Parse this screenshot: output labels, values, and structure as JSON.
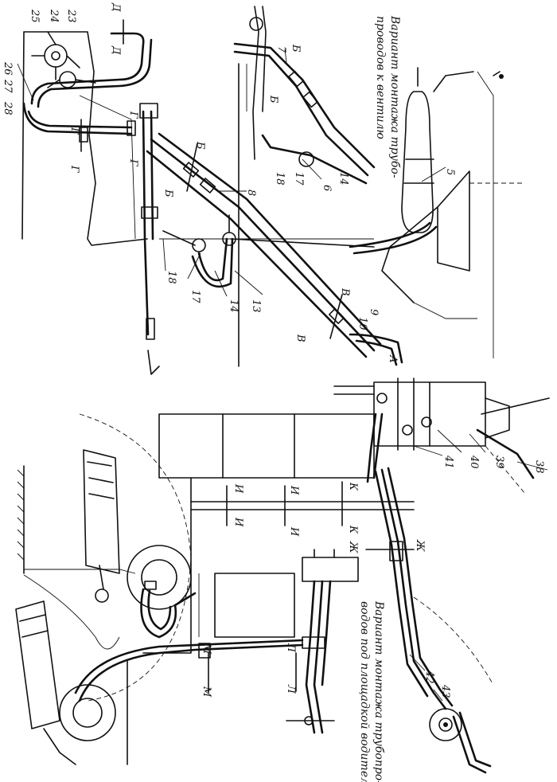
{
  "captions": {
    "valve_variant": [
      "Вариант монтажа трубо-",
      "проводов к вентилю"
    ],
    "platform_variant": [
      "Вариант монтажа трубопро-",
      "водов под площадкой водителя"
    ]
  },
  "callouts": {
    "n5": "5",
    "n6": "6",
    "n7": "7",
    "n8": "8",
    "n9": "9",
    "n10": "10",
    "n13": "13",
    "n14": "14",
    "n14b": "14",
    "n17": "17",
    "n17b": "17",
    "n18": "18",
    "n18b": "18",
    "n23": "23",
    "n24": "24",
    "n25": "25",
    "n26": "26",
    "n27": "27",
    "n28": "28",
    "n38": "38",
    "n39": "39",
    "n40": "40",
    "n41": "41",
    "n42": "42",
    "n43": "43"
  },
  "section_marks": {
    "A": "А",
    "B": "Б",
    "V": "В",
    "G": "Г",
    "D": "Д",
    "ZH": "Ж",
    "I": "И",
    "K": "К",
    "L": "Л",
    "M": "М"
  }
}
